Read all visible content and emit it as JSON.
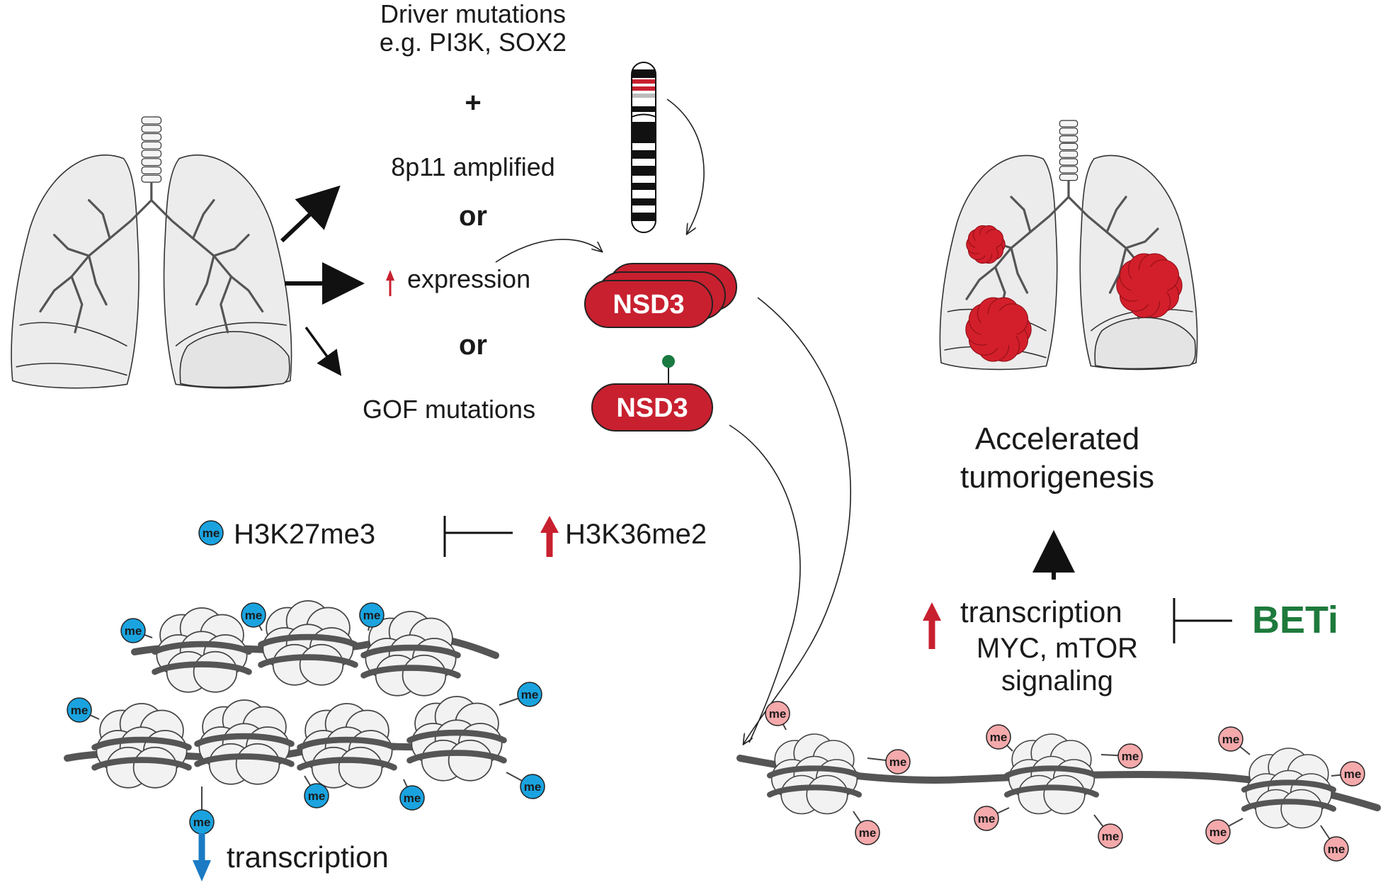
{
  "labels": {
    "driver_line1": "Driver mutations",
    "driver_line2": "e.g. PI3K, SOX2",
    "plus": "+",
    "amplified": "8p11 amplified",
    "or": "or",
    "expression": "expression",
    "gof": "GOF mutations",
    "nsd3": "NSD3",
    "h3k27": "H3K27me3",
    "h3k36": "H3K36me2",
    "transcription": "transcription",
    "accel_line1": "Accelerated",
    "accel_line2": "tumorigenesis",
    "targets_line1": "MYC, mTOR",
    "targets_line2": "signaling",
    "beti": "BETi",
    "me": "me"
  },
  "colors": {
    "nsd3_red": "#c8202f",
    "tumor_red": "#d21f2b",
    "me_blue": "#1aa3df",
    "me_pink": "#f4a9ab",
    "beti_green": "#1e7a3c",
    "down_arrow_blue": "#1a7bc4",
    "gof_pin_green": "#1a7a40",
    "lung_fill": "#ececec",
    "histone_fill": "#f2f2f2",
    "dna_gray": "#555555"
  },
  "icons": [
    "lung-icon",
    "tumor-lung-icon",
    "chromosome-icon",
    "nucleosome-icon",
    "arrow-up-icon",
    "arrow-down-icon",
    "inhibition-bar-icon"
  ]
}
